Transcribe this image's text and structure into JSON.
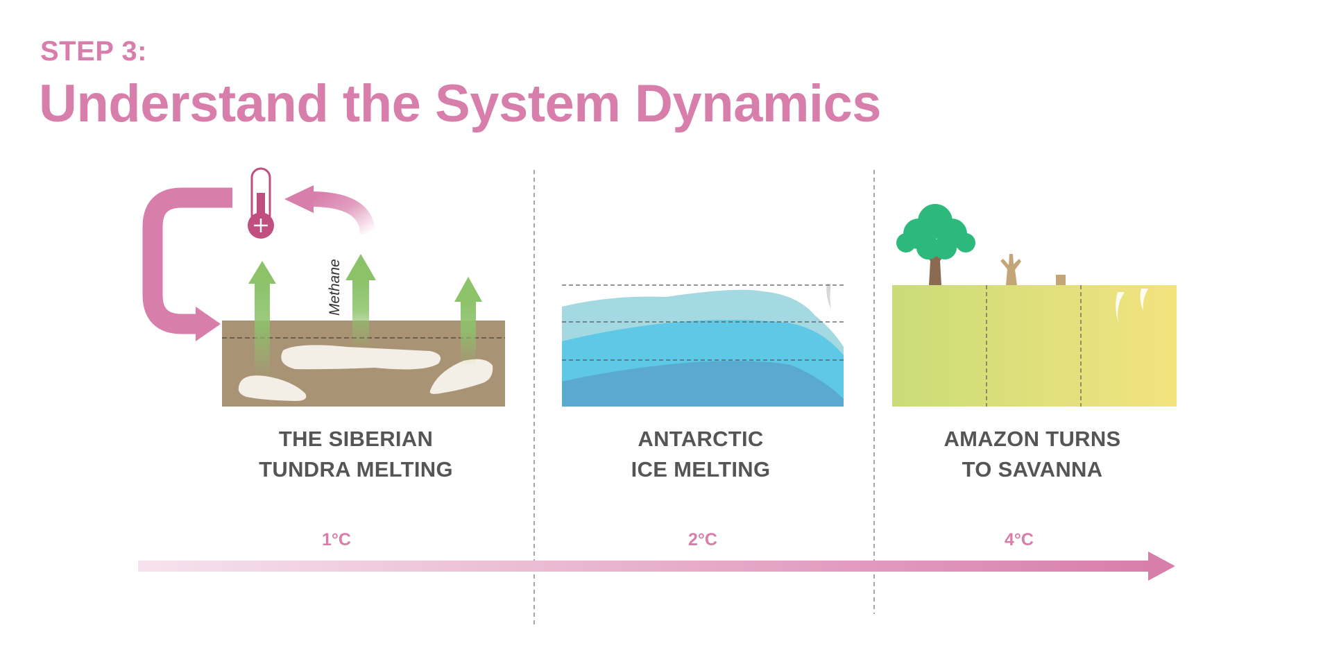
{
  "header": {
    "step": "STEP 3:",
    "title": "Understand the System Dynamics"
  },
  "panels": [
    {
      "caption_line1": "THE SIBERIAN",
      "caption_line2": "TUNDRA MELTING",
      "temperature": "1°C",
      "gas_label": "Methane"
    },
    {
      "caption_line1": "ANTARCTIC",
      "caption_line2": "ICE MELTING",
      "temperature": "2°C"
    },
    {
      "caption_line1": "AMAZON TURNS",
      "caption_line2": "TO SAVANNA",
      "temperature": "4°C"
    }
  ],
  "icons": [
    "thermometer-icon",
    "tree-icon",
    "dead-tree-icon",
    "stump-icon",
    "arrow-up-icon",
    "feedback-loop-arrow-icon"
  ],
  "colors": {
    "accent": "#d87eab",
    "soil": "#a89474",
    "ice": "#f4efe6",
    "arrow_green": "#8cc26a",
    "water_light": "#a5d9e2",
    "water_mid": "#5ec8e6",
    "water_deep": "#5aa9cf",
    "savanna_green": "#c9dc78",
    "savanna_yellow": "#f3e37f",
    "tree": "#2db97b",
    "caption": "#555555"
  }
}
